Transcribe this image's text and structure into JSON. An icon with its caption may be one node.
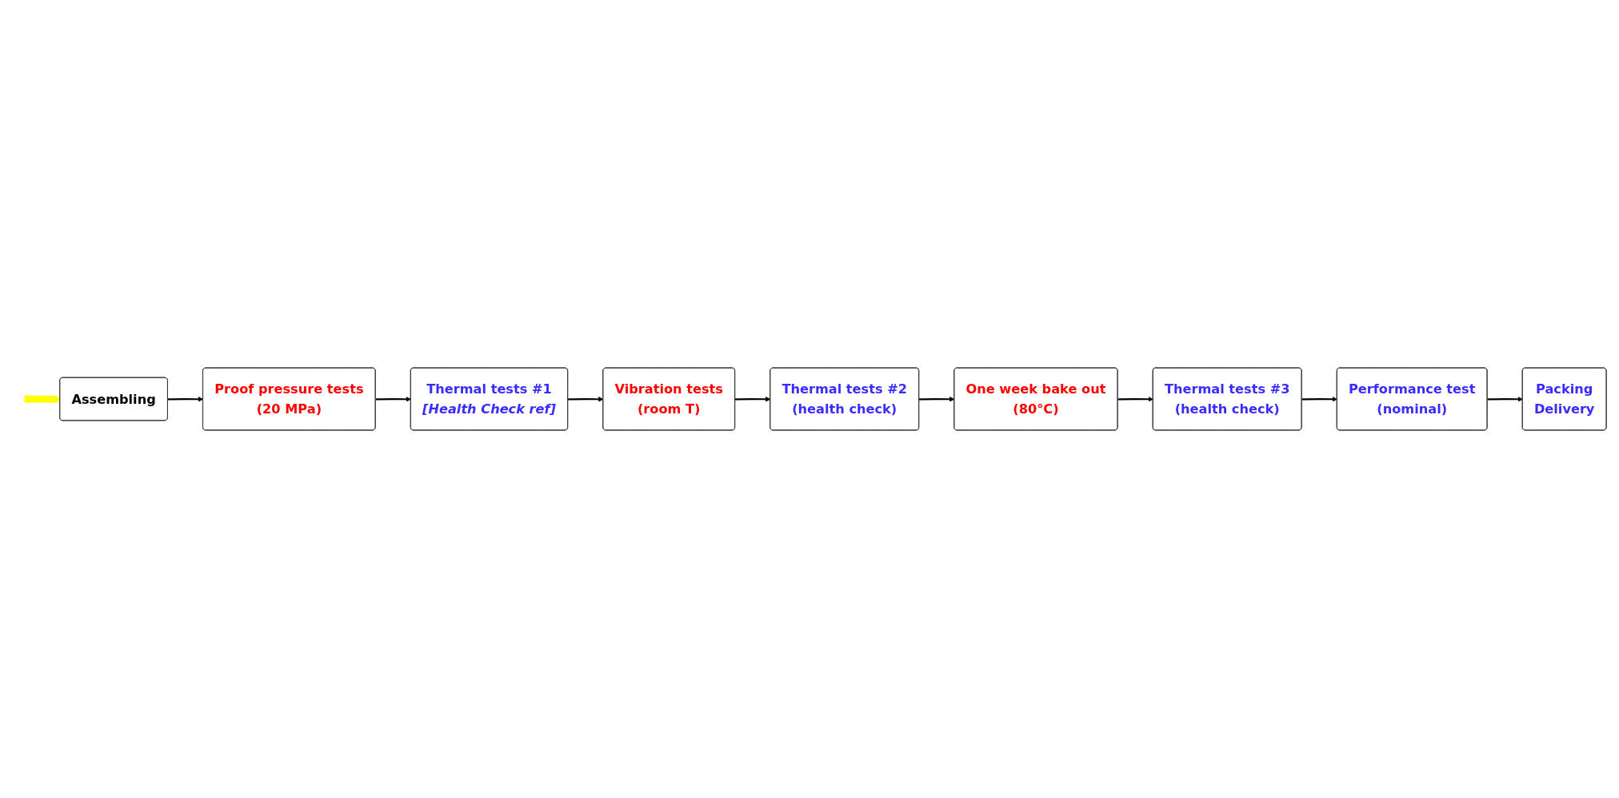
{
  "diagram": {
    "nodes": [
      {
        "text": [
          "Assembling"
        ]
      },
      {
        "text": [
          "Proof pressure tests",
          "(20 MPa)"
        ]
      },
      {
        "text": [
          "Thermal tests #1",
          "[Health Check ref]"
        ]
      },
      {
        "text": [
          "Vibration tests",
          "(room T)"
        ]
      },
      {
        "text": [
          "Thermal tests #2",
          "(health check)"
        ]
      },
      {
        "text": [
          "One week bake out",
          "(80°C)"
        ]
      },
      {
        "text": [
          "Thermal tests #3",
          "(health check)"
        ]
      },
      {
        "text": [
          "Performance test",
          "(nominal)"
        ]
      },
      {
        "text": [
          "Packing",
          "Delivery"
        ]
      }
    ],
    "edges": [
      {
        "from": null,
        "to": 0,
        "arrow": "to",
        "style": "thick",
        "color": "#ffff00"
      },
      {
        "from": 0,
        "to": 1,
        "arrow": "to"
      },
      {
        "from": 1,
        "to": 2,
        "arrow": "to"
      },
      {
        "from": 2,
        "to": 3,
        "arrow": "to"
      },
      {
        "from": 3,
        "to": 4,
        "arrow": "to"
      },
      {
        "from": 4,
        "to": 5,
        "arrow": "to"
      },
      {
        "from": 5,
        "to": 6,
        "arrow": "to"
      },
      {
        "from": 6,
        "to": 7,
        "arrow": "to"
      },
      {
        "from": 7,
        "to": 8,
        "arrow": "to"
      }
    ]
  }
}
